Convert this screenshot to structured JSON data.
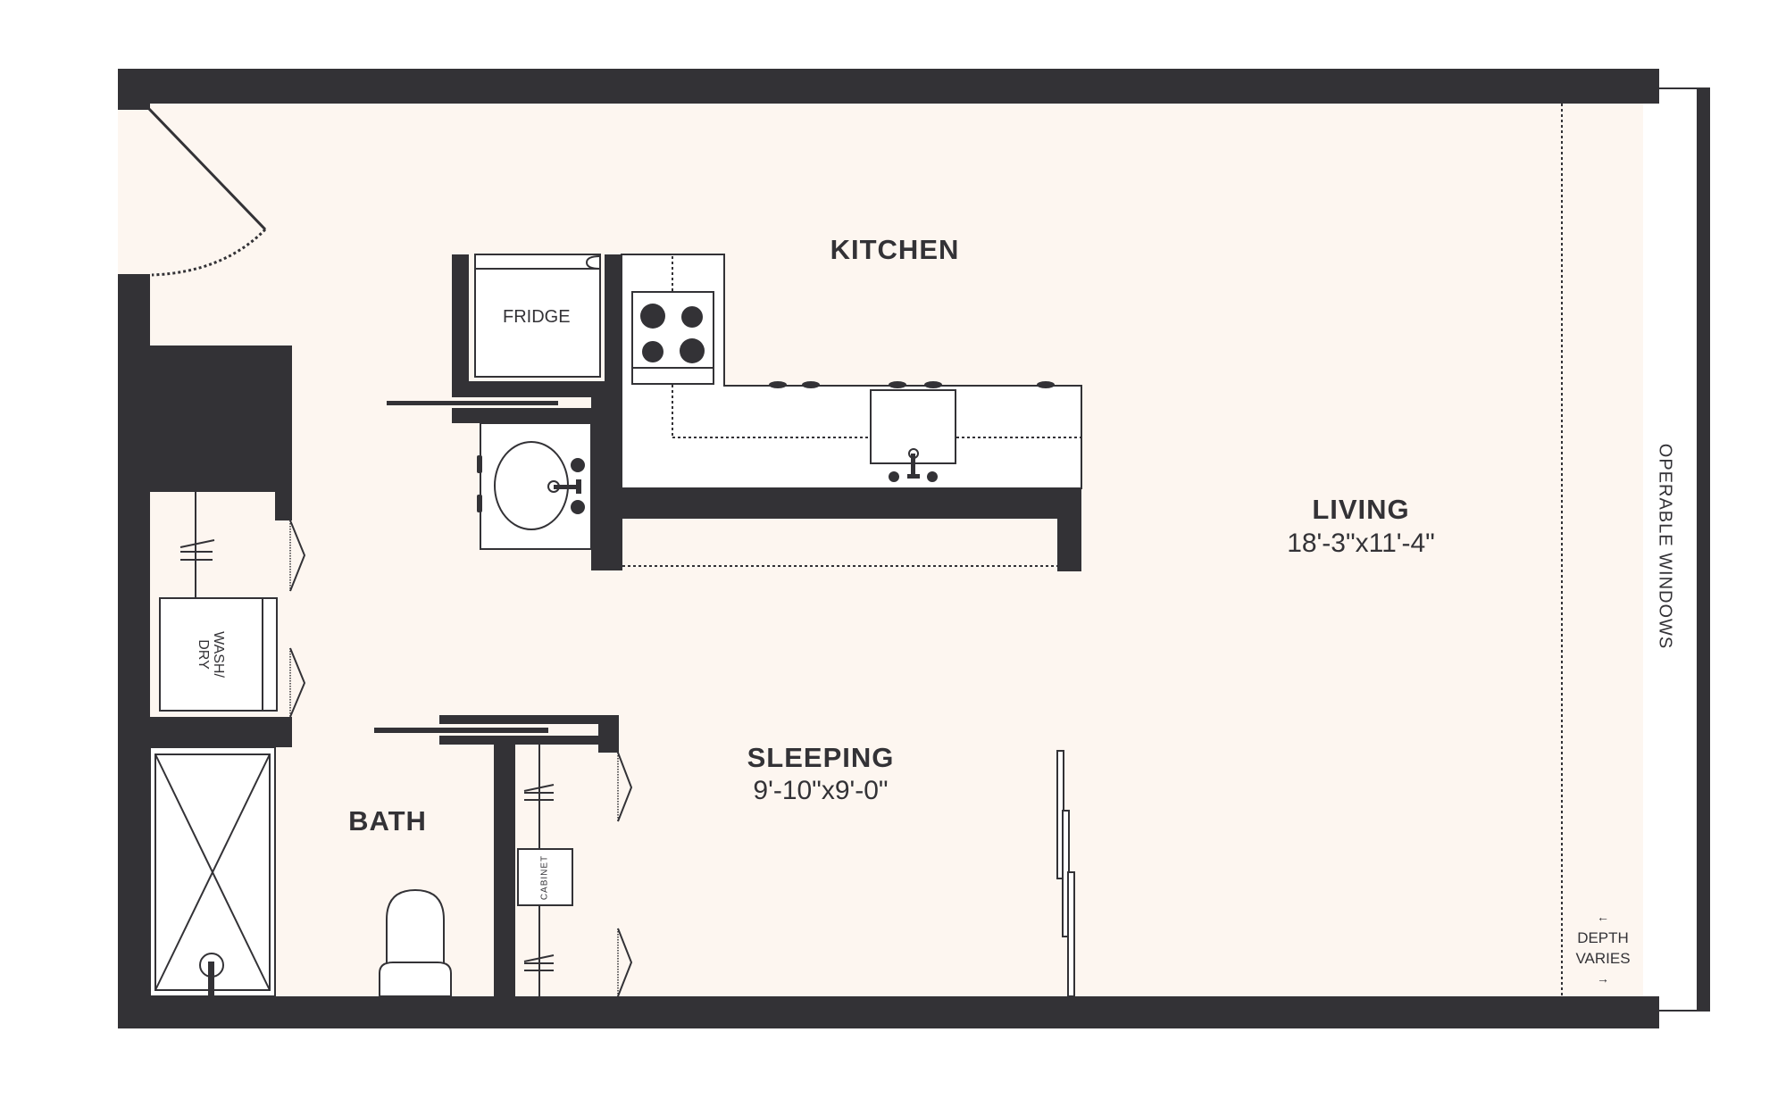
{
  "plan": {
    "colors": {
      "wall": "#333236",
      "floor": "#fdf6f0",
      "fixture": "#ffffff",
      "background": "#ffffff"
    },
    "rooms": {
      "kitchen": {
        "label": "KITCHEN"
      },
      "living": {
        "label": "LIVING",
        "dimensions": "18'-3\"x11'-4\""
      },
      "sleeping": {
        "label": "SLEEPING",
        "dimensions": "9'-10\"x9'-0\""
      },
      "bath": {
        "label": "BATH"
      }
    },
    "fixtures": {
      "fridge": "FRIDGE",
      "washer_dryer": "WASH/\nDRY",
      "cabinet": "CABINET"
    },
    "notes": {
      "operable_windows": "OPERABLE WINDOWS",
      "depth_varies_line1": "DEPTH",
      "depth_varies_line2": "VARIES",
      "arrow_left": "←",
      "arrow_right": "→"
    }
  }
}
